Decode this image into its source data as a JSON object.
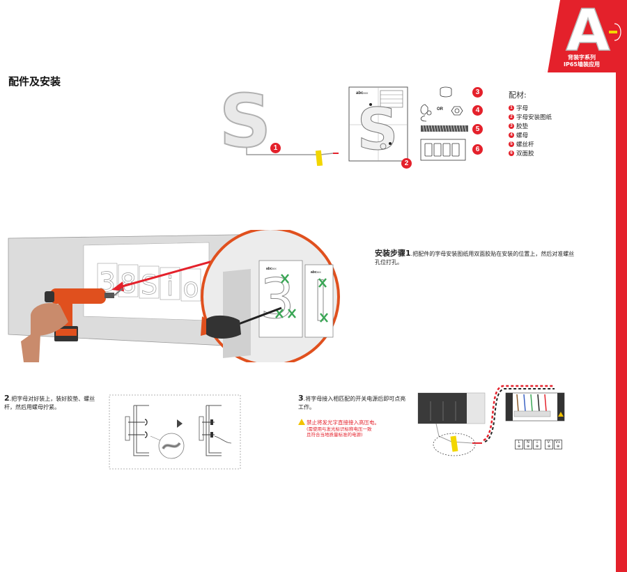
{
  "header": {
    "badge_letter": "A",
    "badge_line1": "背装字系列",
    "badge_line2": "IP65墙装应用"
  },
  "section": {
    "title": "配件及安装"
  },
  "template_brand": {
    "abc": "abc",
    "mix": "MIX"
  },
  "callouts": {
    "n1": "1",
    "n2": "2",
    "n3": "3",
    "n4": "4",
    "n5": "5",
    "n6": "6",
    "or": "OR"
  },
  "materials": {
    "title": "配材:",
    "items": [
      {
        "num": "1",
        "label": "字母"
      },
      {
        "num": "2",
        "label": "字母安装图纸"
      },
      {
        "num": "3",
        "label": "胶垫"
      },
      {
        "num": "4",
        "label": "螺母"
      },
      {
        "num": "5",
        "label": "螺丝杆"
      },
      {
        "num": "6",
        "label": "双面胶"
      }
    ]
  },
  "steps": {
    "step1": {
      "head": "安装步骤1",
      "body": ".把配件的字母安装图纸用双面胶贴在安装的位置上，然后对准螺丝孔位打孔。"
    },
    "step2": {
      "num": "2",
      "body": ".把字母对好装上，装好胶垫、螺丝杆，然后用螺母拧紧。"
    },
    "step3": {
      "num": "3",
      "body": ".将字母接入相匹配的开关电源后即可点亮工作。"
    }
  },
  "warning": {
    "main": "禁止将发光字直接接入高压电。",
    "sub1": "(需使用与发光标识标称电压一致",
    "sub2": "且符合当地质量标准的电源)"
  },
  "terminals": {
    "labels": [
      "L",
      "N",
      "⏚",
      "V-",
      "V+"
    ]
  },
  "colors": {
    "accent_red": "#e4212b",
    "drill_orange": "#e0501e",
    "label_yellow": "#f2d600"
  }
}
